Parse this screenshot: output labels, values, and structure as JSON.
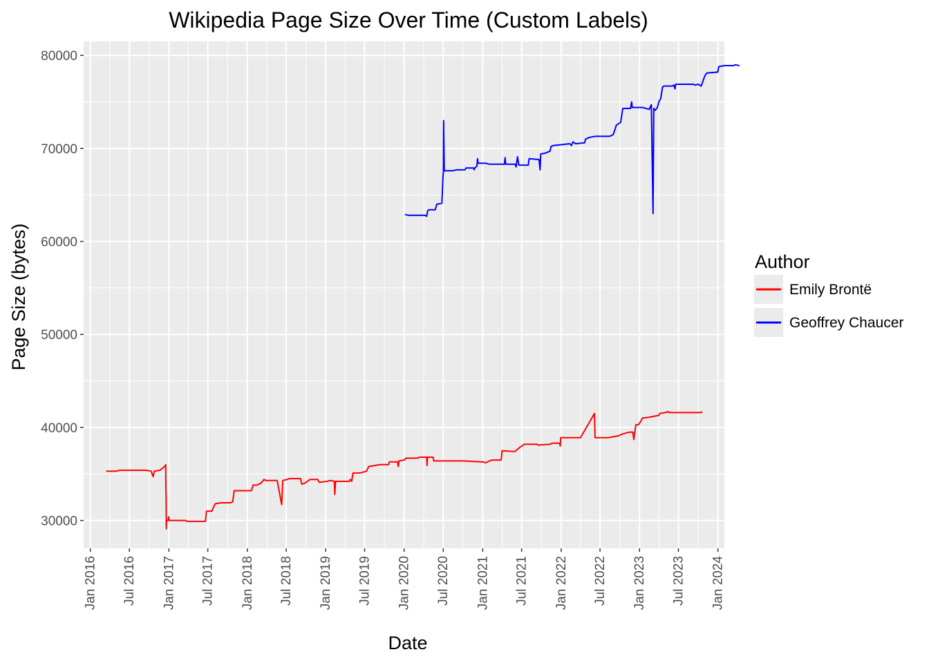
{
  "chart_data": {
    "type": "line",
    "title": "Wikipedia Page Size Over Time (Custom Labels)",
    "xlabel": "Date",
    "ylabel": "Page Size (bytes)",
    "xlim": [
      "2015-12-01",
      "2024-01-31"
    ],
    "ylim": [
      27000,
      81500
    ],
    "x_ticks": [
      "2016-01-01",
      "2016-07-01",
      "2017-01-01",
      "2017-07-01",
      "2018-01-01",
      "2018-07-01",
      "2019-01-01",
      "2019-07-01",
      "2020-01-01",
      "2020-07-01",
      "2021-01-01",
      "2021-07-01",
      "2022-01-01",
      "2022-07-01",
      "2023-01-01",
      "2023-07-01",
      "2024-01-01"
    ],
    "x_tick_labels": [
      "Jan 2016",
      "Jul 2016",
      "Jan 2017",
      "Jul 2017",
      "Jan 2018",
      "Jul 2018",
      "Jan 2019",
      "Jul 2019",
      "Jan 2020",
      "Jul 2020",
      "Jan 2021",
      "Jul 2021",
      "Jan 2022",
      "Jul 2022",
      "Jan 2023",
      "Jul 2023",
      "Jan 2024"
    ],
    "y_ticks": [
      30000,
      40000,
      50000,
      60000,
      70000,
      80000
    ],
    "y_tick_labels": [
      "30000",
      "40000",
      "50000",
      "60000",
      "70000",
      "80000"
    ],
    "grid": true,
    "legend": {
      "title": "Author",
      "position": "right"
    },
    "series": [
      {
        "name": "Emily Brontë",
        "color": "#ff0000",
        "points": [
          [
            "2016-03-15",
            35300
          ],
          [
            "2016-05-01",
            35300
          ],
          [
            "2016-05-20",
            35400
          ],
          [
            "2016-08-01",
            35400
          ],
          [
            "2016-09-15",
            35400
          ],
          [
            "2016-10-10",
            35300
          ],
          [
            "2016-10-20",
            34700
          ],
          [
            "2016-10-25",
            35300
          ],
          [
            "2016-11-20",
            35400
          ],
          [
            "2016-12-12",
            35800
          ],
          [
            "2016-12-17",
            36000
          ],
          [
            "2016-12-18",
            33200
          ],
          [
            "2016-12-19",
            32800
          ],
          [
            "2016-12-20",
            29100
          ],
          [
            "2016-12-21",
            30000
          ],
          [
            "2016-12-28",
            30000
          ],
          [
            "2016-12-30",
            30400
          ],
          [
            "2017-01-02",
            30000
          ],
          [
            "2017-02-15",
            30000
          ],
          [
            "2017-03-20",
            30000
          ],
          [
            "2017-03-25",
            29900
          ],
          [
            "2017-06-20",
            29900
          ],
          [
            "2017-06-25",
            31000
          ],
          [
            "2017-07-20",
            31000
          ],
          [
            "2017-07-25",
            31300
          ],
          [
            "2017-08-05",
            31800
          ],
          [
            "2017-09-01",
            31900
          ],
          [
            "2017-10-15",
            31900
          ],
          [
            "2017-10-25",
            32000
          ],
          [
            "2017-11-01",
            33200
          ],
          [
            "2017-12-15",
            33200
          ],
          [
            "2018-01-20",
            33200
          ],
          [
            "2018-01-28",
            33800
          ],
          [
            "2018-02-15",
            33800
          ],
          [
            "2018-03-05",
            34000
          ],
          [
            "2018-03-20",
            34400
          ],
          [
            "2018-03-28",
            34300
          ],
          [
            "2018-05-20",
            34300
          ],
          [
            "2018-06-10",
            31700
          ],
          [
            "2018-06-15",
            34300
          ],
          [
            "2018-07-05",
            34400
          ],
          [
            "2018-07-15",
            34500
          ],
          [
            "2018-09-05",
            34500
          ],
          [
            "2018-09-12",
            33900
          ],
          [
            "2018-09-25",
            34000
          ],
          [
            "2018-10-20",
            34400
          ],
          [
            "2018-11-25",
            34400
          ],
          [
            "2018-12-02",
            34100
          ],
          [
            "2019-01-05",
            34200
          ],
          [
            "2019-01-25",
            34300
          ],
          [
            "2019-02-10",
            34200
          ],
          [
            "2019-02-12",
            32800
          ],
          [
            "2019-02-16",
            34200
          ],
          [
            "2019-04-20",
            34200
          ],
          [
            "2019-04-25",
            34400
          ],
          [
            "2019-05-02",
            34200
          ],
          [
            "2019-05-08",
            35100
          ],
          [
            "2019-06-10",
            35100
          ],
          [
            "2019-07-10",
            35300
          ],
          [
            "2019-07-20",
            35800
          ],
          [
            "2019-08-15",
            35900
          ],
          [
            "2019-09-10",
            36000
          ],
          [
            "2019-10-20",
            36000
          ],
          [
            "2019-10-25",
            36300
          ],
          [
            "2019-12-01",
            36300
          ],
          [
            "2019-12-05",
            35800
          ],
          [
            "2019-12-08",
            36400
          ],
          [
            "2020-01-01",
            36500
          ],
          [
            "2020-01-10",
            36700
          ],
          [
            "2020-03-05",
            36700
          ],
          [
            "2020-03-12",
            36800
          ],
          [
            "2020-04-15",
            36800
          ],
          [
            "2020-04-17",
            35900
          ],
          [
            "2020-04-19",
            36800
          ],
          [
            "2020-05-15",
            36800
          ],
          [
            "2020-05-18",
            36400
          ],
          [
            "2020-07-01",
            36400
          ],
          [
            "2020-10-01",
            36400
          ],
          [
            "2020-12-25",
            36300
          ],
          [
            "2021-01-01",
            36300
          ],
          [
            "2021-01-15",
            36200
          ],
          [
            "2021-02-01",
            36400
          ],
          [
            "2021-02-15",
            36500
          ],
          [
            "2021-03-28",
            36500
          ],
          [
            "2021-04-01",
            37500
          ],
          [
            "2021-05-30",
            37400
          ],
          [
            "2021-06-25",
            37900
          ],
          [
            "2021-07-15",
            38200
          ],
          [
            "2021-09-10",
            38200
          ],
          [
            "2021-09-15",
            38100
          ],
          [
            "2021-11-10",
            38200
          ],
          [
            "2021-11-20",
            38300
          ],
          [
            "2021-12-25",
            38300
          ],
          [
            "2021-12-28",
            38000
          ],
          [
            "2021-12-30",
            38900
          ],
          [
            "2022-04-01",
            38900
          ],
          [
            "2022-06-05",
            41500
          ],
          [
            "2022-06-08",
            38900
          ],
          [
            "2022-08-10",
            38900
          ],
          [
            "2022-09-01",
            39000
          ],
          [
            "2022-09-25",
            39100
          ],
          [
            "2022-10-15",
            39300
          ],
          [
            "2022-11-15",
            39500
          ],
          [
            "2022-12-01",
            39500
          ],
          [
            "2022-12-05",
            38700
          ],
          [
            "2022-12-15",
            40300
          ],
          [
            "2022-12-28",
            40300
          ],
          [
            "2023-01-05",
            40600
          ],
          [
            "2023-01-15",
            41000
          ],
          [
            "2023-02-15",
            41100
          ],
          [
            "2023-04-01",
            41300
          ],
          [
            "2023-04-05",
            41500
          ],
          [
            "2023-05-01",
            41600
          ],
          [
            "2023-05-15",
            41700
          ],
          [
            "2023-05-20",
            41600
          ],
          [
            "2023-09-01",
            41600
          ],
          [
            "2023-10-15",
            41600
          ],
          [
            "2023-10-20",
            41700
          ]
        ]
      },
      {
        "name": "Geoffrey Chaucer",
        "color": "#0000ff",
        "points": [
          [
            "2020-01-05",
            62900
          ],
          [
            "2020-01-20",
            62800
          ],
          [
            "2020-04-08",
            62800
          ],
          [
            "2020-04-15",
            62700
          ],
          [
            "2020-04-20",
            63300
          ],
          [
            "2020-04-25",
            63400
          ],
          [
            "2020-05-25",
            63400
          ],
          [
            "2020-06-01",
            64000
          ],
          [
            "2020-06-25",
            64100
          ],
          [
            "2020-06-30",
            67000
          ],
          [
            "2020-07-02",
            67500
          ],
          [
            "2020-07-03",
            73000
          ],
          [
            "2020-07-06",
            67600
          ],
          [
            "2020-08-15",
            67600
          ],
          [
            "2020-09-01",
            67700
          ],
          [
            "2020-10-10",
            67700
          ],
          [
            "2020-10-15",
            67900
          ],
          [
            "2020-11-20",
            67900
          ],
          [
            "2020-11-22",
            67700
          ],
          [
            "2020-11-25",
            67900
          ],
          [
            "2020-12-05",
            68100
          ],
          [
            "2020-12-08",
            68900
          ],
          [
            "2020-12-10",
            68400
          ],
          [
            "2021-01-15",
            68400
          ],
          [
            "2021-02-01",
            68300
          ],
          [
            "2021-03-15",
            68300
          ],
          [
            "2021-04-12",
            68300
          ],
          [
            "2021-04-15",
            69000
          ],
          [
            "2021-04-18",
            68300
          ],
          [
            "2021-06-01",
            68300
          ],
          [
            "2021-06-05",
            68000
          ],
          [
            "2021-06-12",
            69100
          ],
          [
            "2021-06-18",
            68200
          ],
          [
            "2021-08-01",
            68200
          ],
          [
            "2021-08-05",
            68900
          ],
          [
            "2021-09-20",
            68800
          ],
          [
            "2021-09-25",
            67700
          ],
          [
            "2021-09-28",
            69400
          ],
          [
            "2021-10-20",
            69500
          ],
          [
            "2021-11-10",
            69700
          ],
          [
            "2021-11-15",
            70200
          ],
          [
            "2021-11-25",
            70300
          ],
          [
            "2022-01-01",
            70400
          ],
          [
            "2022-02-10",
            70500
          ],
          [
            "2022-02-18",
            70300
          ],
          [
            "2022-02-25",
            70700
          ],
          [
            "2022-03-10",
            70500
          ],
          [
            "2022-04-20",
            70600
          ],
          [
            "2022-04-25",
            71000
          ],
          [
            "2022-05-15",
            71200
          ],
          [
            "2022-06-10",
            71300
          ],
          [
            "2022-08-15",
            71300
          ],
          [
            "2022-09-01",
            71500
          ],
          [
            "2022-09-15",
            72500
          ],
          [
            "2022-10-05",
            72800
          ],
          [
            "2022-10-15",
            74300
          ],
          [
            "2022-11-20",
            74300
          ],
          [
            "2022-11-25",
            75000
          ],
          [
            "2022-11-28",
            74400
          ],
          [
            "2023-01-15",
            74400
          ],
          [
            "2023-02-15",
            74200
          ],
          [
            "2023-02-25",
            74700
          ],
          [
            "2023-03-05",
            63000
          ],
          [
            "2023-03-08",
            74300
          ],
          [
            "2023-03-15",
            74100
          ],
          [
            "2023-03-25",
            74400
          ],
          [
            "2023-04-01",
            75000
          ],
          [
            "2023-04-10",
            75400
          ],
          [
            "2023-04-18",
            76600
          ],
          [
            "2023-04-25",
            76700
          ],
          [
            "2023-06-01",
            76700
          ],
          [
            "2023-06-10",
            76800
          ],
          [
            "2023-06-15",
            76400
          ],
          [
            "2023-06-18",
            76900
          ],
          [
            "2023-08-01",
            76900
          ],
          [
            "2023-08-15",
            76900
          ],
          [
            "2023-09-10",
            76900
          ],
          [
            "2023-09-15",
            76800
          ],
          [
            "2023-10-01",
            76900
          ],
          [
            "2023-10-15",
            76700
          ],
          [
            "2023-11-01",
            77800
          ],
          [
            "2023-11-10",
            78100
          ],
          [
            "2023-12-31",
            78200
          ],
          [
            "2024-01-05",
            78800
          ],
          [
            "2024-02-01",
            78900
          ],
          [
            "2024-03-15",
            78900
          ],
          [
            "2024-03-20",
            79000
          ],
          [
            "2024-04-10",
            78900
          ]
        ]
      }
    ]
  }
}
